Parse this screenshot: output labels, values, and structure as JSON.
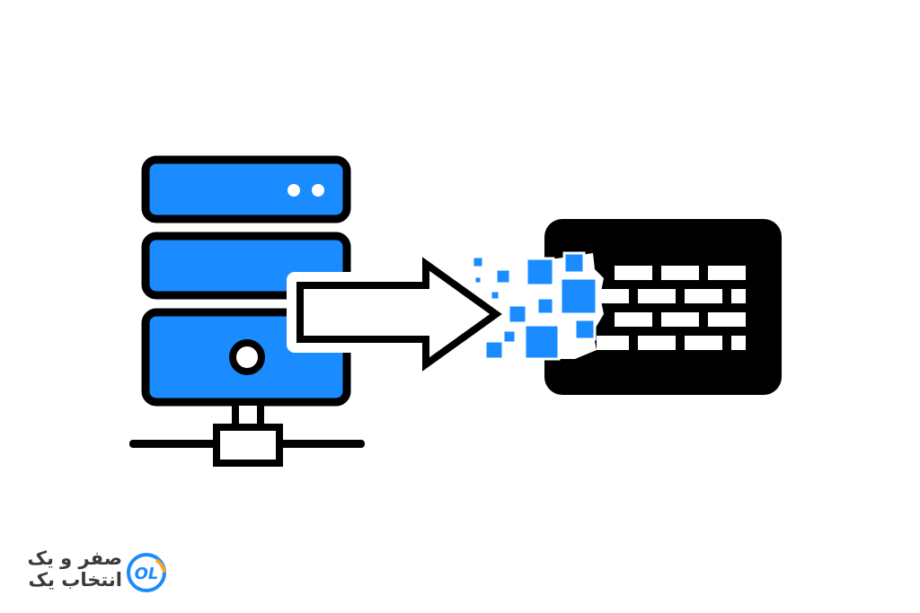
{
  "illustration": {
    "server_icon": "server-rack-icon",
    "arrow_icon": "right-arrow-icon",
    "firewall_icon": "brick-wall-firewall-icon",
    "packets_icon": "data-packets-icon",
    "colors": {
      "accent_blue": "#1a8cff",
      "outline": "#000000",
      "background": "#ffffff"
    }
  },
  "logo": {
    "icon": "ol-brand-mark-icon",
    "brand_letters": "OL",
    "line1": "صفر و یک",
    "line2": "انتخاب یک",
    "colors": {
      "mark_blue": "#1a8cff",
      "mark_orange": "#f5a623",
      "text": "#3a3a3a"
    }
  }
}
